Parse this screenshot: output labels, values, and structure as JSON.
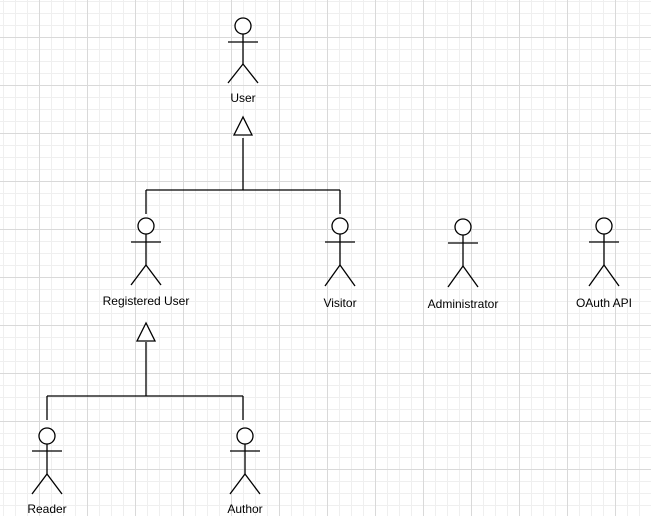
{
  "diagram": {
    "actors": [
      {
        "id": "user",
        "label": "User"
      },
      {
        "id": "registered-user",
        "label": "Registered User"
      },
      {
        "id": "visitor",
        "label": "Visitor"
      },
      {
        "id": "administrator",
        "label": "Administrator"
      },
      {
        "id": "oauth-api",
        "label": "OAuth API"
      },
      {
        "id": "reader",
        "label": "Reader"
      },
      {
        "id": "author",
        "label": "Author"
      }
    ],
    "generalizations": [
      {
        "parent": "user",
        "children": [
          "registered-user",
          "visitor"
        ]
      },
      {
        "parent": "registered-user",
        "children": [
          "reader",
          "author"
        ]
      }
    ]
  }
}
